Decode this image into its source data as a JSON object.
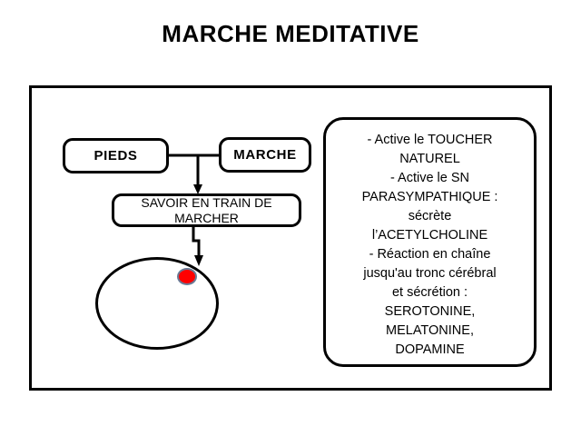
{
  "slide": {
    "title": "MARCHE MEDITATIVE",
    "background_color": "#ffffff",
    "line_color": "#000000"
  },
  "diagram": {
    "boxes": [
      {
        "id": "pieds",
        "label": "PIEDS"
      },
      {
        "id": "marche",
        "label": "MARCHE"
      },
      {
        "id": "savoir",
        "label": "SAVOIR EN TRAIN DE MARCHER"
      }
    ],
    "head": {
      "shape_name": "ellipse-head",
      "marker_name": "red-dot-marker",
      "marker_color": "#ff0000",
      "marker_border_color": "#6a7a95"
    },
    "connectors": [
      {
        "id": "pieds-to-marche",
        "type": "t-junction"
      },
      {
        "id": "junction-to-savoir",
        "type": "arrow-down"
      },
      {
        "id": "savoir-to-head",
        "type": "elbow-arrow-down"
      }
    ]
  },
  "panel": {
    "text": "- Active le TOUCHER\nNATUREL\n- Active le SN\nPARASYMPATHIQUE :\nsécrète\nl’ACETYLCHOLINE\n- Réaction en chaîne\njusqu'au tronc cérébral\net sécrétion :\nSEROTONINE,\nMELATONINE,\nDOPAMINE",
    "lines": [
      "- Active le TOUCHER",
      "NATUREL",
      "- Active le SN",
      "PARASYMPATHIQUE :",
      "sécrète",
      "l’ACETYLCHOLINE",
      "- Réaction en chaîne",
      "jusqu'au tronc cérébral",
      "et sécrétion :",
      "SEROTONINE,",
      "MELATONINE,",
      "DOPAMINE"
    ]
  }
}
